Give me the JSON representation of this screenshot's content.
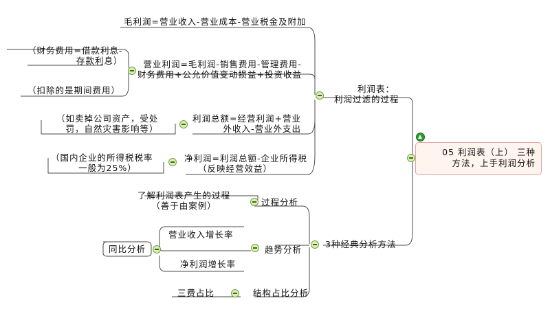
{
  "mindmap": {
    "root": {
      "line1": "05 利润表（上） 三种",
      "line2": "方法，上手利润分析"
    },
    "branch1": {
      "line1": "利润表：",
      "line2": "利润过滤的过程",
      "gross": "毛利润=营业收入-营业成本-营业税金及附加",
      "operating": {
        "line1": "营业利润=毛利润-销售费用-管理费用-",
        "line2": "财务费用+公允价值变动损益+投资收益",
        "finance_note_line1": "（财务费用=借款利息-",
        "finance_note_line2": "存款利息）",
        "period_note": "（扣除的是期间费用）"
      },
      "total": {
        "line1": "利润总额=经营利润+营业",
        "line2": "外收入-营业外支出",
        "note_line1": "（如卖掉公司资产，受处",
        "note_line2": "罚，自然灾害影响等）"
      },
      "net": {
        "line1": "净利润=利润总额-企业所得税",
        "line2": "（反映经营效益）",
        "note_line1": "（国内企业的所得税税率",
        "note_line2": "一般为25%）"
      }
    },
    "branch2": {
      "label": "3种经典分析方法",
      "process": {
        "label": "过程分析",
        "note_line1": "了解利润表产生的过程",
        "note_line2": "（善于由案例）"
      },
      "trend": {
        "label": "趋势分析",
        "revenue_growth": "营业收入增长率",
        "profit_growth": "净利润增长率",
        "yoy": "同比分析"
      },
      "structure": {
        "label": "结构占比分析",
        "three_fees": "三费占比"
      }
    }
  },
  "colors": {
    "line": "#4a4a4a",
    "root_fill": "#fff4ee",
    "root_border": "#e3a3a3",
    "badge_fill": "#d9f0b0"
  }
}
